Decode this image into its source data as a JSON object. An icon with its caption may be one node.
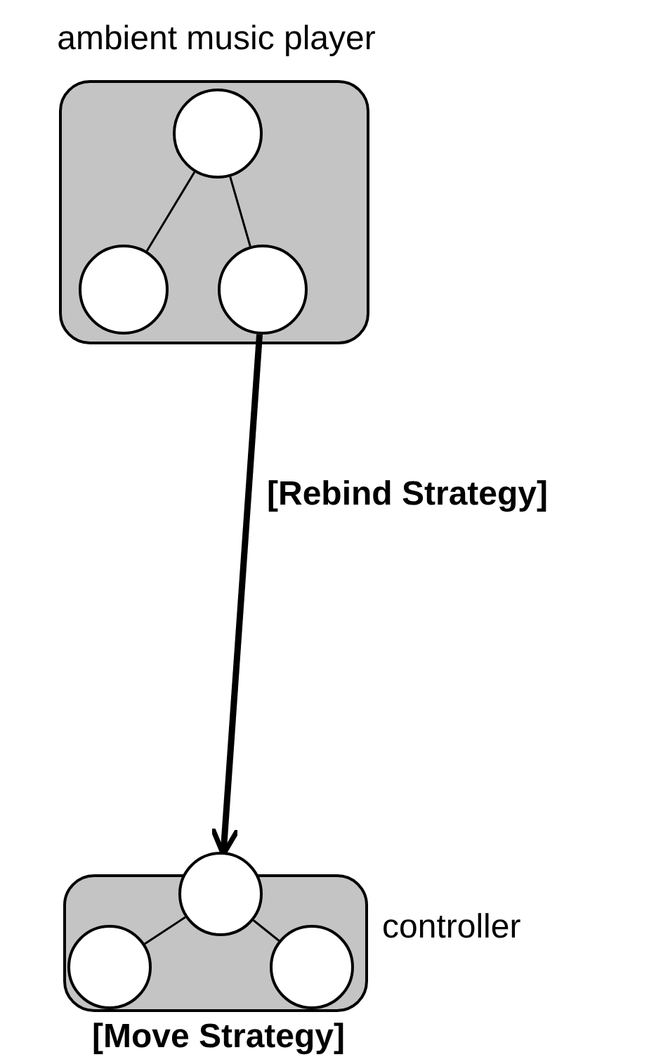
{
  "diagram": {
    "nodes": [
      {
        "text": [
          "ambient music player"
        ]
      },
      {
        "text": [],
        "shape": "circle",
        "in": 0
      },
      {
        "text": [],
        "shape": "circle",
        "in": 0
      },
      {
        "text": [],
        "shape": "circle",
        "in": 0
      },
      {
        "text": [
          "controller"
        ],
        "beside": [
          "[Move Strategy]"
        ]
      },
      {
        "text": [],
        "shape": "circle"
      },
      {
        "text": [],
        "shape": "circle",
        "in": 4
      },
      {
        "text": [],
        "shape": "circle",
        "in": 4
      }
    ],
    "edges": [
      {
        "from": 1,
        "to": 2,
        "arrow": "none"
      },
      {
        "from": 1,
        "to": 3,
        "arrow": "none"
      },
      {
        "from": 3,
        "to": 5,
        "arrow": "to",
        "label": "[Rebind Strategy]",
        "style": "thick"
      },
      {
        "from": 5,
        "to": 6,
        "arrow": "none"
      },
      {
        "from": 5,
        "to": 7,
        "arrow": "none"
      }
    ]
  }
}
